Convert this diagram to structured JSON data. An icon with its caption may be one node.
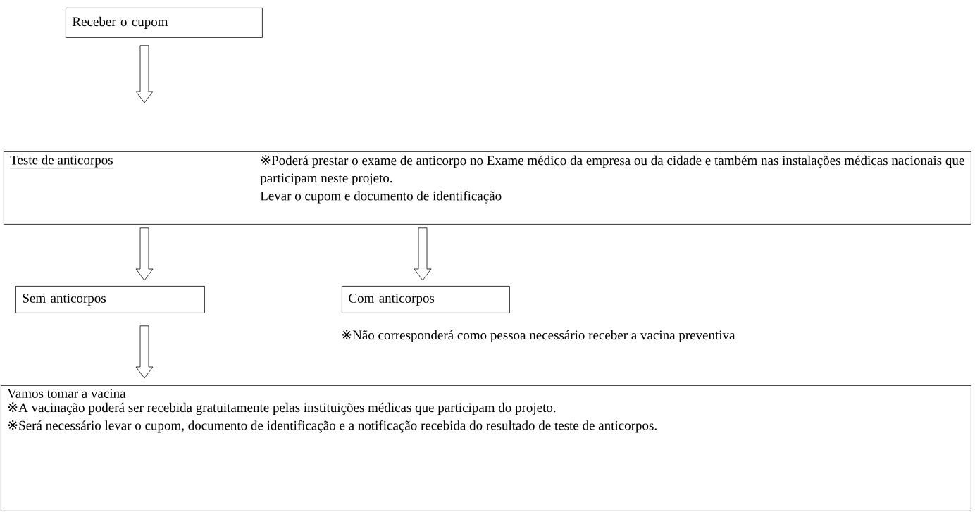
{
  "diagram": {
    "nodes": [
      {
        "text": [
          "Receber o cupom"
        ]
      },
      {
        "text": [
          "Teste de anticorpos",
          "※Poderá prestar o exame de anticorpo no Exame médico da empresa ou da cidade e também nas instalações médicas nacionais que participam neste projeto.",
          "Levar o cupom e documento de identificação"
        ]
      },
      {
        "text": [
          "Sem anticorpos"
        ]
      },
      {
        "text": [
          "Com anticorpos"
        ],
        "beside": [
          "※Não corresponderá como pessoa necessário receber a vacina preventiva"
        ]
      },
      {
        "text": [
          "Vamos tomar a vacina",
          "※A vacinação poderá ser recebida gratuitamente pelas instituições médicas que participam do projeto.",
          "※Será necessário levar o cupom, documento de identificação e a notificação recebida do resultado de teste de anticorpos."
        ]
      }
    ],
    "edges": [
      {
        "from": 0,
        "to": 1,
        "arrow": "to"
      },
      {
        "from": 1,
        "to": 2,
        "arrow": "to"
      },
      {
        "from": 1,
        "to": 3,
        "arrow": "to"
      },
      {
        "from": 2,
        "to": 4,
        "arrow": "to"
      }
    ]
  }
}
